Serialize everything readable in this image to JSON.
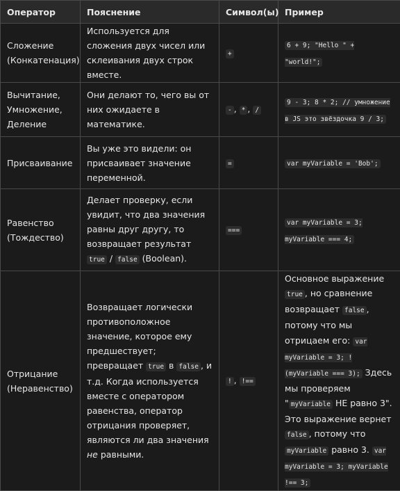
{
  "headers": [
    "Оператор",
    "Пояснение",
    "Символ(ы)",
    "Пример"
  ],
  "rows": [
    {
      "op": [
        "Сложение",
        "(Конкатенация)"
      ],
      "desc": "Используется для сложения двух чисел или склеивания двух строк вместе.",
      "sym": [
        "+"
      ],
      "example": "6 + 9; \"Hello \" + \"world!\";"
    },
    {
      "op": [
        "Вычитание,",
        "Умножение,",
        "Деление"
      ],
      "desc": "Они делают то, чего вы от них ожидаете в математике.",
      "sym": [
        "-",
        "*",
        "/"
      ],
      "example": "9 - 3; 8 * 2; // умножение в JS это звёздочка 9 / 3;"
    },
    {
      "op": [
        "Присваивание"
      ],
      "desc": "Вы уже это видели: он присваивает значение переменной.",
      "sym": [
        "="
      ],
      "example": "var myVariable = 'Bob';"
    },
    {
      "op": [
        "Равенство",
        "(Тождество)"
      ],
      "desc_pre": "Делает проверку, если увидит, что два значения равны друг другу, то возвращает результат",
      "desc_code1": "true",
      "desc_sep": "/",
      "desc_code2": "false",
      "desc_post": "(Boolean).",
      "sym": [
        "==="
      ],
      "example": "var myVariable = 3; myVariable === 4;"
    },
    {
      "op": [
        "Отрицание",
        "(Неравенство)"
      ],
      "desc_a": "Возвращает логически противоположное значение, которое ему предшествует; превращает",
      "desc_code1": "true",
      "desc_b": "в",
      "desc_code2": "false",
      "desc_c": ", и т.д. Когда используется вместе с оператором равенства, оператор отрицания проверяет, являются ли два значения",
      "desc_em": "не",
      "desc_d": "равными.",
      "sym": [
        "!",
        "!=="
      ],
      "ex": {
        "t1": "Основное выражение",
        "c1": "true",
        "t2": ", но сравнение возвращает",
        "c2": "false",
        "t3": ", потому что мы отрицаем его:",
        "c3": "var myVariable = 3; !(myVariable === 3);",
        "t4": "Здесь мы проверяем \"",
        "c4": "myVariable",
        "t5": "НЕ равно 3\". Это выражение вернет",
        "c5": "false",
        "t6": ", потому что",
        "c6": "myVariable",
        "t7": "равно 3.",
        "c7": "var myVariable = 3; myVariable !== 3;"
      }
    }
  ]
}
